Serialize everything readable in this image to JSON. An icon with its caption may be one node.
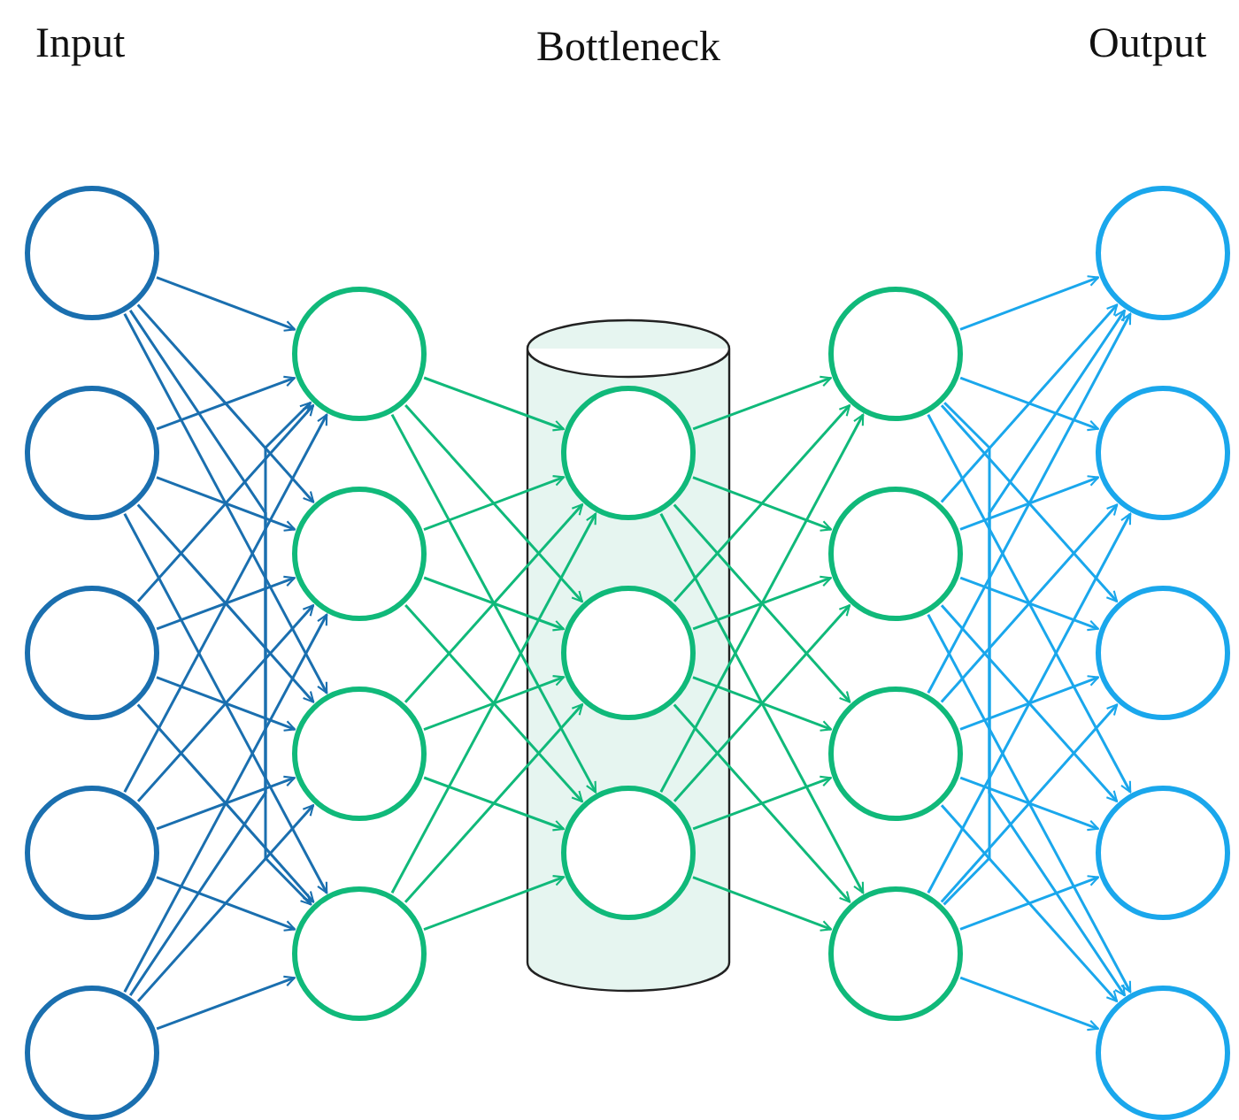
{
  "diagram": {
    "nodes": [
      {
        "text": [],
        "shape": "circle"
      },
      {
        "text": [],
        "shape": "circle"
      },
      {
        "text": [],
        "shape": "circle"
      },
      {
        "text": [],
        "shape": "circle"
      },
      {
        "text": [],
        "shape": "circle"
      },
      {
        "text": [],
        "shape": "circle"
      },
      {
        "text": [],
        "shape": "circle"
      },
      {
        "text": [],
        "shape": "circle"
      },
      {
        "text": [],
        "shape": "circle"
      },
      {
        "text": [
          "Bottleneck"
        ]
      },
      {
        "text": [],
        "shape": "circle",
        "in": 9
      },
      {
        "text": [],
        "shape": "circle",
        "in": 9
      },
      {
        "text": [],
        "shape": "circle",
        "in": 9
      },
      {
        "text": [],
        "shape": "circle"
      },
      {
        "text": [],
        "shape": "circle"
      },
      {
        "text": [],
        "shape": "circle"
      },
      {
        "text": [],
        "shape": "circle"
      },
      {
        "text": [],
        "shape": "circle"
      },
      {
        "text": [],
        "shape": "circle"
      },
      {
        "text": [],
        "shape": "circle"
      },
      {
        "text": [],
        "shape": "circle"
      },
      {
        "text": [],
        "shape": "circle"
      }
    ],
    "edges": [
      {
        "from": 0,
        "to": 5,
        "arrow": "to",
        "color": "#1a6faf"
      },
      {
        "from": 0,
        "to": 6,
        "arrow": "to",
        "color": "#1a6faf"
      },
      {
        "from": 0,
        "to": 7,
        "arrow": "to",
        "color": "#1a6faf"
      },
      {
        "from": 0,
        "to": 8,
        "arrow": "to",
        "color": "#1a6faf"
      },
      {
        "from": 1,
        "to": 5,
        "arrow": "to",
        "color": "#1a6faf"
      },
      {
        "from": 1,
        "to": 6,
        "arrow": "to",
        "color": "#1a6faf"
      },
      {
        "from": 1,
        "to": 7,
        "arrow": "to",
        "color": "#1a6faf"
      },
      {
        "from": 1,
        "to": 8,
        "arrow": "to",
        "color": "#1a6faf"
      },
      {
        "from": 2,
        "to": 5,
        "arrow": "to",
        "color": "#1a6faf"
      },
      {
        "from": 2,
        "to": 6,
        "arrow": "to",
        "color": "#1a6faf"
      },
      {
        "from": 2,
        "to": 7,
        "arrow": "to",
        "color": "#1a6faf"
      },
      {
        "from": 2,
        "to": 8,
        "arrow": "to",
        "color": "#1a6faf"
      },
      {
        "from": 3,
        "to": 5,
        "arrow": "to",
        "color": "#1a6faf"
      },
      {
        "from": 3,
        "to": 6,
        "arrow": "to",
        "color": "#1a6faf"
      },
      {
        "from": 3,
        "to": 7,
        "arrow": "to",
        "color": "#1a6faf"
      },
      {
        "from": 3,
        "to": 8,
        "arrow": "to",
        "color": "#1a6faf"
      },
      {
        "from": 4,
        "to": 5,
        "arrow": "to",
        "color": "#1a6faf"
      },
      {
        "from": 4,
        "to": 6,
        "arrow": "to",
        "color": "#1a6faf"
      },
      {
        "from": 4,
        "to": 7,
        "arrow": "to",
        "color": "#1a6faf"
      },
      {
        "from": 4,
        "to": 8,
        "arrow": "to",
        "color": "#1a6faf"
      },
      {
        "from": 5,
        "to": 10,
        "arrow": "to"
      },
      {
        "from": 5,
        "to": 11,
        "arrow": "to"
      },
      {
        "from": 5,
        "to": 12,
        "arrow": "to"
      },
      {
        "from": 6,
        "to": 10,
        "arrow": "to"
      },
      {
        "from": 6,
        "to": 11,
        "arrow": "to"
      },
      {
        "from": 6,
        "to": 12,
        "arrow": "to"
      },
      {
        "from": 7,
        "to": 10,
        "arrow": "to"
      },
      {
        "from": 7,
        "to": 11,
        "arrow": "to"
      },
      {
        "from": 7,
        "to": 12,
        "arrow": "to"
      },
      {
        "from": 8,
        "to": 10,
        "arrow": "to"
      },
      {
        "from": 8,
        "to": 11,
        "arrow": "to"
      },
      {
        "from": 8,
        "to": 12,
        "arrow": "to"
      },
      {
        "from": 10,
        "to": 13,
        "arrow": "to"
      },
      {
        "from": 10,
        "to": 14,
        "arrow": "to"
      },
      {
        "from": 10,
        "to": 15,
        "arrow": "to"
      },
      {
        "from": 10,
        "to": 16,
        "arrow": "to"
      },
      {
        "from": 11,
        "to": 13,
        "arrow": "to"
      },
      {
        "from": 11,
        "to": 14,
        "arrow": "to"
      },
      {
        "from": 11,
        "to": 15,
        "arrow": "to"
      },
      {
        "from": 11,
        "to": 16,
        "arrow": "to"
      },
      {
        "from": 12,
        "to": 13,
        "arrow": "to"
      },
      {
        "from": 12,
        "to": 14,
        "arrow": "to"
      },
      {
        "from": 12,
        "to": 15,
        "arrow": "to"
      },
      {
        "from": 12,
        "to": 16,
        "arrow": "to"
      },
      {
        "from": 13,
        "to": 17,
        "arrow": "to",
        "color": "#1aa7ec"
      },
      {
        "from": 13,
        "to": 18,
        "arrow": "to",
        "color": "#1aa7ec"
      },
      {
        "from": 13,
        "to": 19,
        "arrow": "to",
        "color": "#1aa7ec"
      },
      {
        "from": 13,
        "to": 20,
        "arrow": "to",
        "color": "#1aa7ec"
      },
      {
        "from": 13,
        "to": 21,
        "arrow": "to",
        "color": "#1aa7ec"
      },
      {
        "from": 14,
        "to": 17,
        "arrow": "to",
        "color": "#1aa7ec"
      },
      {
        "from": 14,
        "to": 18,
        "arrow": "to",
        "color": "#1aa7ec"
      },
      {
        "from": 14,
        "to": 19,
        "arrow": "to",
        "color": "#1aa7ec"
      },
      {
        "from": 14,
        "to": 20,
        "arrow": "to",
        "color": "#1aa7ec"
      },
      {
        "from": 14,
        "to": 21,
        "arrow": "to",
        "color": "#1aa7ec"
      },
      {
        "from": 15,
        "to": 17,
        "arrow": "to",
        "color": "#1aa7ec"
      },
      {
        "from": 15,
        "to": 18,
        "arrow": "to",
        "color": "#1aa7ec"
      },
      {
        "from": 15,
        "to": 19,
        "arrow": "to",
        "color": "#1aa7ec"
      },
      {
        "from": 15,
        "to": 20,
        "arrow": "to",
        "color": "#1aa7ec"
      },
      {
        "from": 15,
        "to": 21,
        "arrow": "to",
        "color": "#1aa7ec"
      },
      {
        "from": 16,
        "to": 17,
        "arrow": "to",
        "color": "#1aa7ec"
      },
      {
        "from": 16,
        "to": 18,
        "arrow": "to",
        "color": "#1aa7ec"
      },
      {
        "from": 16,
        "to": 19,
        "arrow": "to",
        "color": "#1aa7ec"
      },
      {
        "from": 16,
        "to": 20,
        "arrow": "to",
        "color": "#1aa7ec"
      },
      {
        "from": 16,
        "to": 21,
        "arrow": "to",
        "color": "#1aa7ec"
      }
    ],
    "labels": [
      "Input",
      "Output"
    ]
  }
}
